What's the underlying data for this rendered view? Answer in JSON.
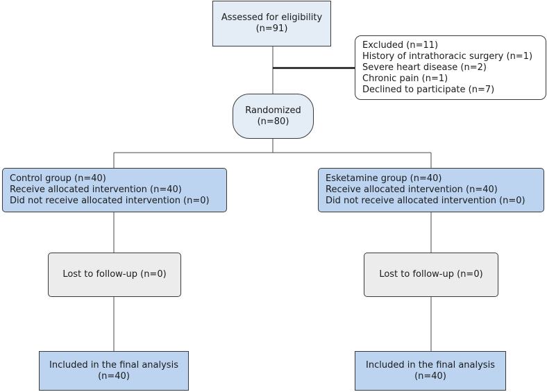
{
  "colors": {
    "top_box_fill": "#e4ecf6",
    "blue_fill": "#bcd4f0",
    "grey_fill": "#ececec",
    "white_fill": "#ffffff",
    "randomized_fill": "#e4ecf6",
    "line_color": "#4a4a4a"
  },
  "eligibility": {
    "title": "Assessed for eligibility",
    "count": "(n=91)"
  },
  "excluded": {
    "lines": [
      "Excluded (n=11)",
      "History of intrathoracic surgery (n=1)",
      "Severe heart disease (n=2)",
      "Chronic pain (n=1)",
      "Declined to participate (n=7)"
    ]
  },
  "randomized": {
    "title": "Randomized",
    "count": "(n=80)"
  },
  "control_group": {
    "lines": [
      "Control group (n=40)",
      "Receive allocated intervention (n=40)",
      "Did not receive allocated intervention (n=0)"
    ]
  },
  "esketamine_group": {
    "lines": [
      "Esketamine group (n=40)",
      "Receive allocated intervention (n=40)",
      "Did not receive allocated intervention (n=0)"
    ]
  },
  "control_followup": {
    "text": "Lost to follow-up (n=0)"
  },
  "esketamine_followup": {
    "text": "Lost to follow-up (n=0)"
  },
  "control_analysis": {
    "title": "Included in the final analysis",
    "count": "(n=40)"
  },
  "esketamine_analysis": {
    "title": "Included in the final analysis",
    "count": "(n=40)"
  }
}
